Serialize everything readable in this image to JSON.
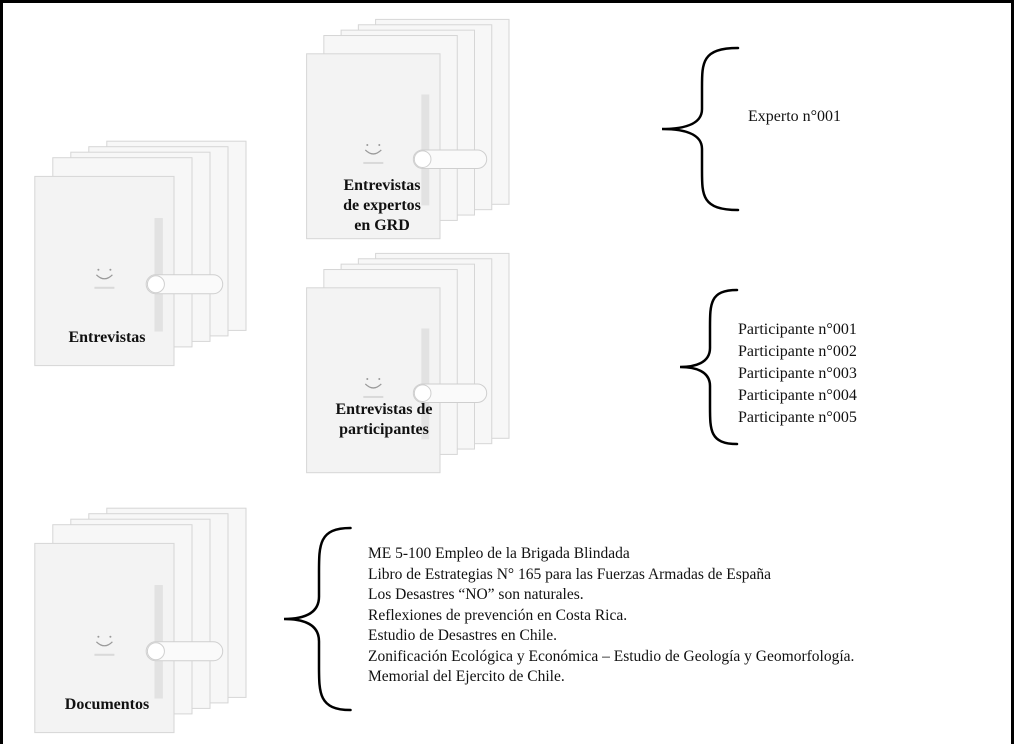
{
  "diagram": {
    "folders": {
      "entrevistas": {
        "label": "Entrevistas"
      },
      "expertos": {
        "label_lines": [
          "Entrevistas",
          "de expertos",
          "en GRD"
        ]
      },
      "participantes": {
        "label_lines": [
          "Entrevistas de",
          "participantes"
        ]
      },
      "documentos": {
        "label": "Documentos"
      }
    },
    "lists": {
      "expertos": [
        "Experto n°001"
      ],
      "participantes": [
        "Participante n°001",
        "Participante n°002",
        "Participante n°003",
        "Participante n°004",
        "Participante n°005"
      ],
      "documentos": [
        "ME 5-100 Empleo de la Brigada Blindada",
        "Libro de Estrategias N° 165 para las Fuerzas Armadas de España",
        "Los Desastres “NO” son naturales.",
        "Reflexiones de prevención en Costa Rica.",
        "Estudio de Desastres en Chile.",
        "Zonificación Ecológica y Económica – Estudio de Geología y Geomorfología.",
        "Memorial del Ejercito de Chile."
      ]
    },
    "colors": {
      "folder_fill": "#f3f3f3",
      "folder_stroke": "#d6d6d6",
      "brace": "#000000"
    }
  }
}
